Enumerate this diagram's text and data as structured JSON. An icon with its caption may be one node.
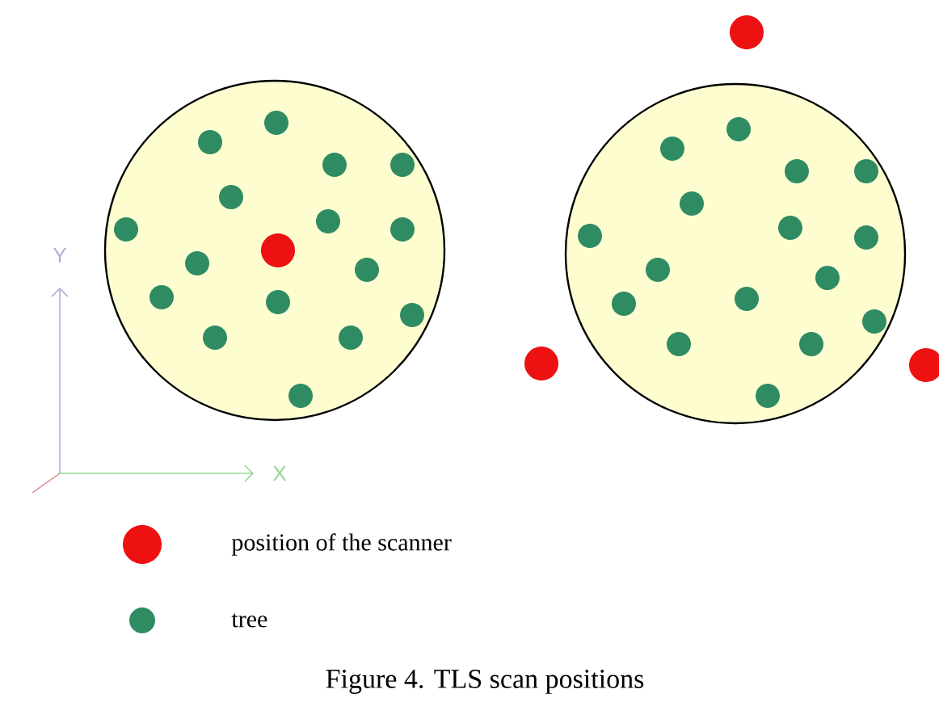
{
  "diagram": {
    "caption": "Figure 4. TLS scan positions",
    "labels": [
      "Y",
      "X"
    ],
    "legend": [
      {
        "text": "position of the scanner",
        "color": "#ee1111"
      },
      {
        "text": "tree",
        "color": "#2e8b62"
      }
    ]
  }
}
